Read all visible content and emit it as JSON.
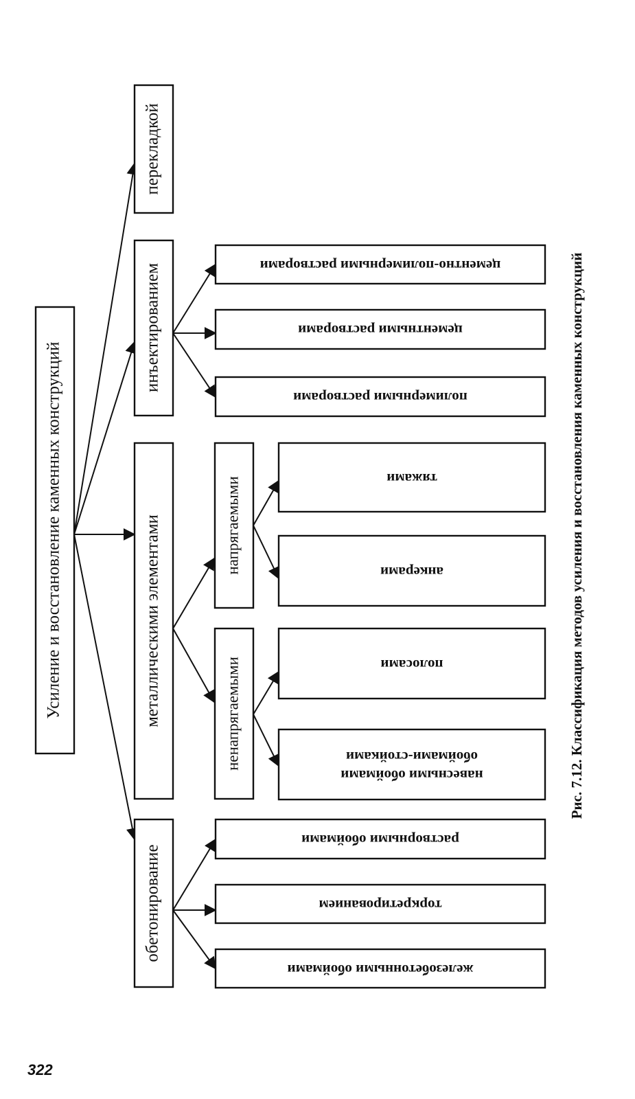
{
  "root": "Усиление и восстановление каменных конструкций",
  "categories": {
    "peregladkoy": "перекладкой",
    "injection": "инъектированием",
    "metal": "металлическими элементами",
    "concrete": "обетонирование"
  },
  "subcategories": {
    "tensioned": "напрягаемыми",
    "untensioned": "ненапрягаемыми"
  },
  "leaves": {
    "cement_polymer": "цементно-полимерными растворами",
    "cement": "цементными растворами",
    "polymer": "полимерными растворами",
    "ties": "тяжами",
    "anchors": "анкерами",
    "strips": "полосами",
    "hanging_line1": "навесными обоймами",
    "hanging_line2": "обоймами-стойками",
    "mortar": "растворными обоймами",
    "shotcrete": "торкретированием",
    "rc_jackets": "железобетонными обоймами"
  },
  "caption": "Рис. 7.12. Классификация методов усиления и восстановления каменных конструкций",
  "page_number": "322"
}
